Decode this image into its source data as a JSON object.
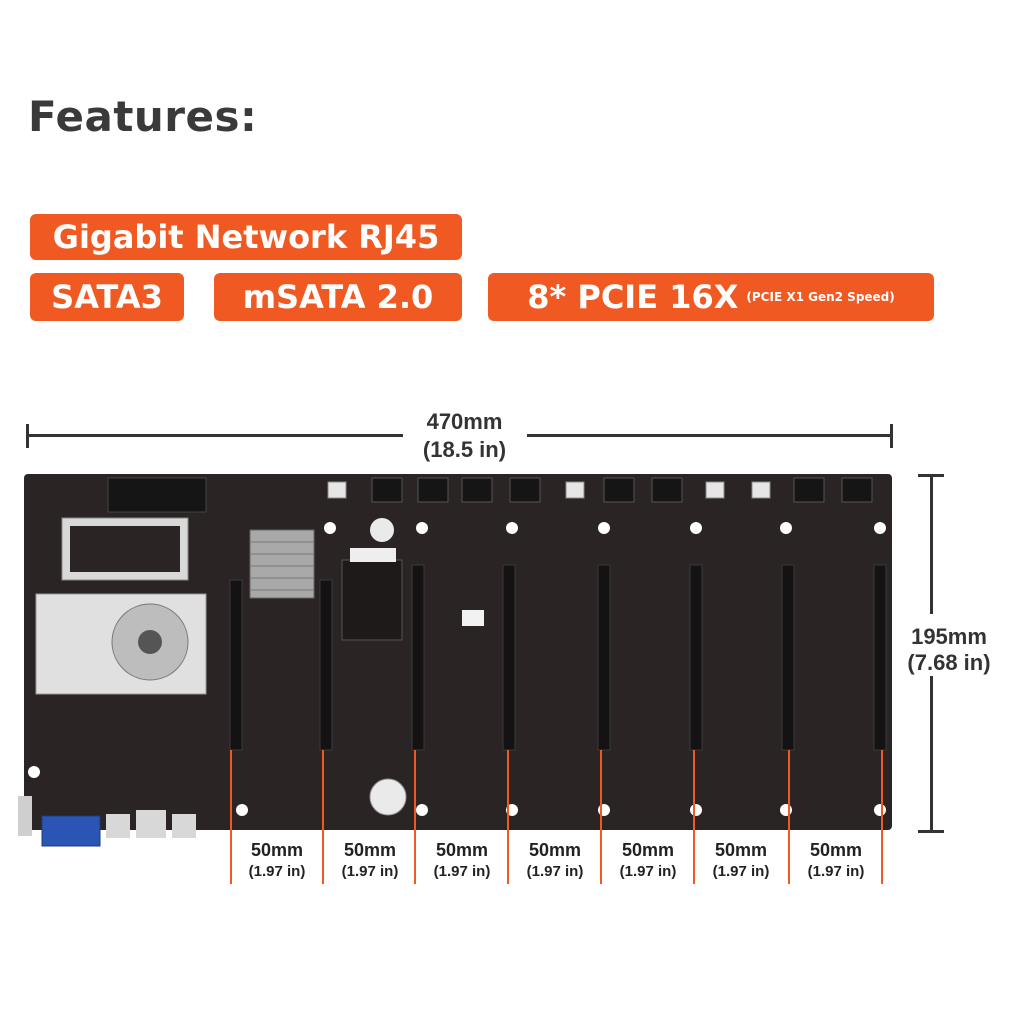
{
  "heading": "Features:",
  "features": {
    "network": "Gigabit Network RJ45",
    "sata": "SATA3",
    "msata": "mSATA 2.0",
    "pcie_main": "8* PCIE 16X",
    "pcie_note": "(PCIE X1 Gen2 Speed)"
  },
  "board_width": {
    "mm": "470mm",
    "in": "(18.5 in)"
  },
  "board_height": {
    "mm": "195mm",
    "in": "(7.68 in)"
  },
  "slot_spacing": [
    {
      "mm": "50mm",
      "in": "(1.97 in)"
    },
    {
      "mm": "50mm",
      "in": "(1.97 in)"
    },
    {
      "mm": "50mm",
      "in": "(1.97 in)"
    },
    {
      "mm": "50mm",
      "in": "(1.97 in)"
    },
    {
      "mm": "50mm",
      "in": "(1.97 in)"
    },
    {
      "mm": "50mm",
      "in": "(1.97 in)"
    },
    {
      "mm": "50mm",
      "in": "(1.97 in)"
    }
  ],
  "colors": {
    "accent": "#f05a22",
    "board": "#2a2424",
    "text": "#333333"
  },
  "image": "mining-motherboard-photo"
}
